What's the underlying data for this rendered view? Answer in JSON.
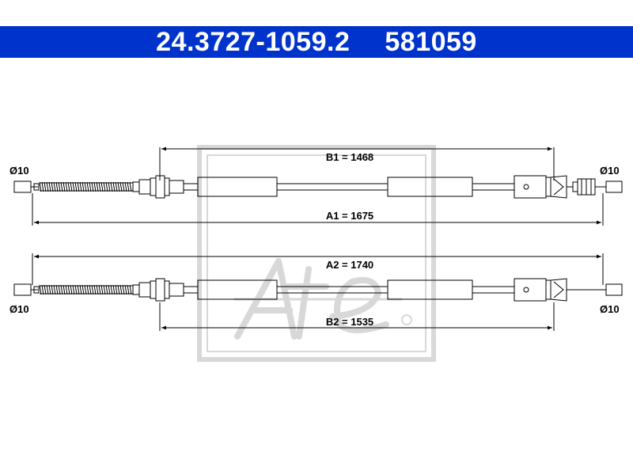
{
  "header": {
    "part_number": "24.3727-1059.2",
    "ref_number": "581059",
    "background_color": "#0033cc",
    "text_color": "#ffffff"
  },
  "cable_top": {
    "dimension_b": "B1 = 1468",
    "dimension_a": "A1 = 1675",
    "left_diameter": "Ø10",
    "right_diameter": "Ø10"
  },
  "cable_bottom": {
    "dimension_a": "A2 = 1740",
    "dimension_b": "B2 = 1535",
    "left_diameter": "Ø10",
    "right_diameter": "Ø10"
  },
  "watermark": {
    "logo": "Ate",
    "color": "#d8d8d8"
  }
}
